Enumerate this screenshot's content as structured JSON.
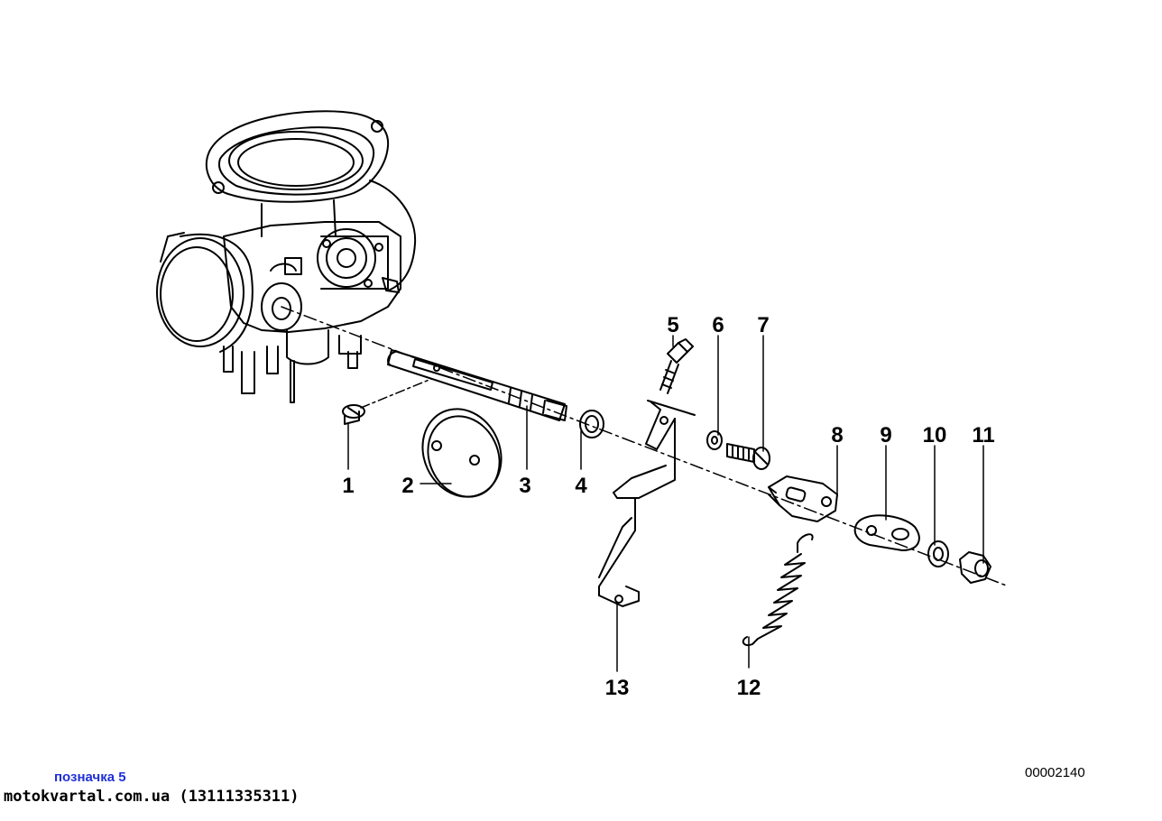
{
  "diagram": {
    "callouts": [
      {
        "number": "1"
      },
      {
        "number": "2"
      },
      {
        "number": "3"
      },
      {
        "number": "4"
      },
      {
        "number": "5"
      },
      {
        "number": "6"
      },
      {
        "number": "7"
      },
      {
        "number": "8"
      },
      {
        "number": "9"
      },
      {
        "number": "10"
      },
      {
        "number": "11"
      },
      {
        "number": "12"
      },
      {
        "number": "13"
      }
    ],
    "diagram_id": "00002140"
  },
  "note": "позначка 5",
  "footer": "motokvartal.com.ua (13111335311)"
}
